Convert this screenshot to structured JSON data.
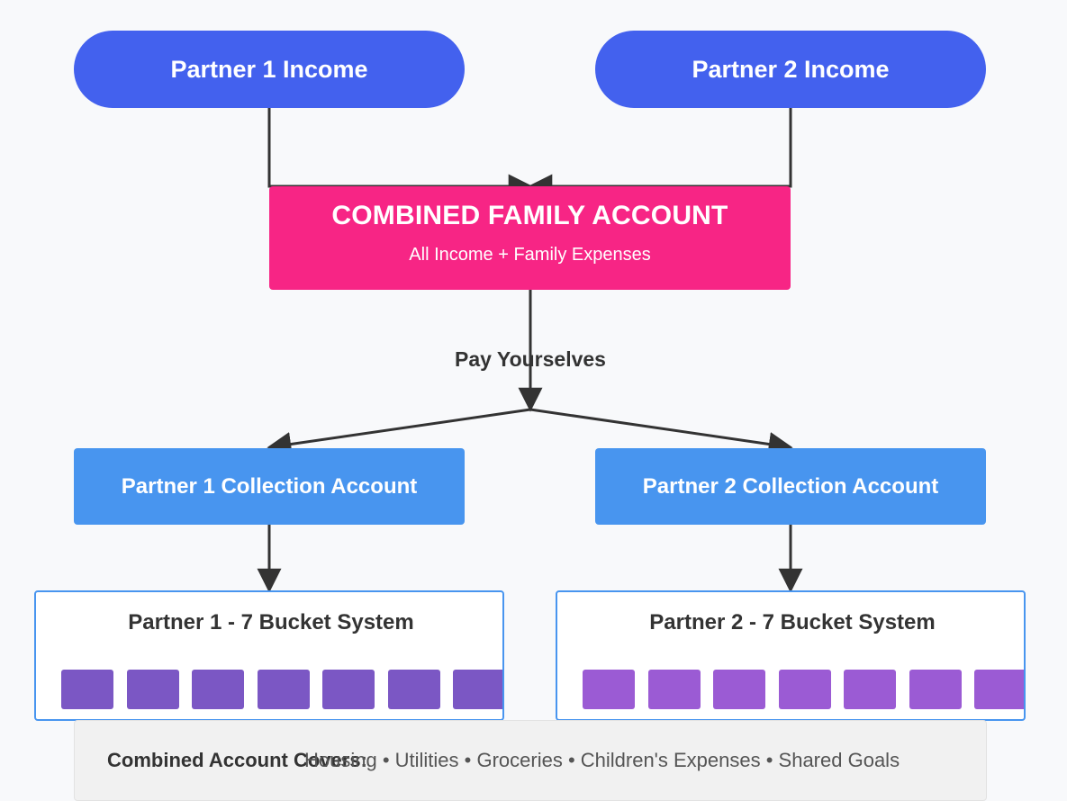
{
  "nodes": {
    "partner1_income": "Partner 1 Income",
    "partner2_income": "Partner 2 Income",
    "combined_title": "COMBINED FAMILY ACCOUNT",
    "combined_subtitle": "All Income + Family Expenses",
    "pay_label": "Pay Yourselves",
    "partner1_collection": "Partner 1 Collection Account",
    "partner2_collection": "Partner 2 Collection Account",
    "partner1_buckets_title": "Partner 1 - 7 Bucket System",
    "partner2_buckets_title": "Partner 2 - 7 Bucket System",
    "bucket_count": 7
  },
  "footer": {
    "label": "Combined Account Covers:",
    "items": "Housing • Utilities • Groceries • Children's Expenses • Shared Goals"
  },
  "colors": {
    "income": "#4361ee",
    "combined": "#f72585",
    "collection": "#4895ef",
    "partner1_bucket": "#7b57c4",
    "partner2_bucket": "#9b5bd4",
    "connector": "#333333"
  }
}
